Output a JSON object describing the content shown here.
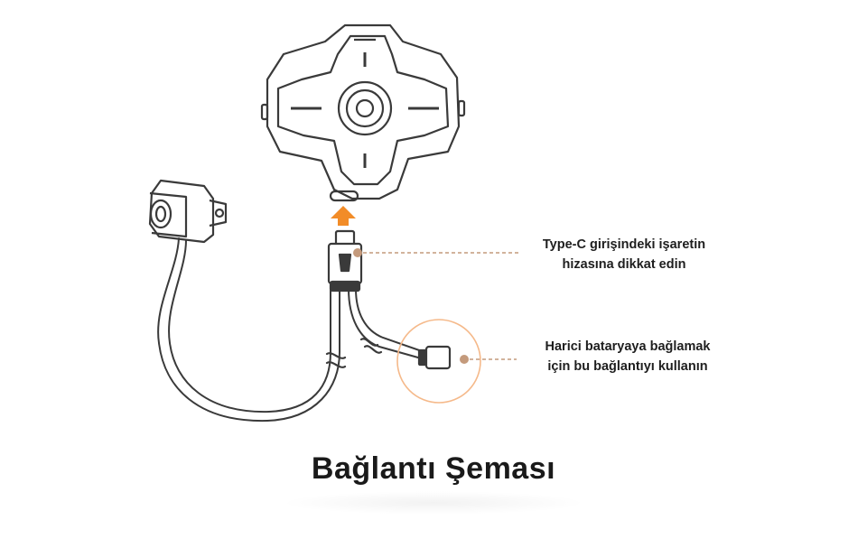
{
  "title": "Bağlantı Şeması",
  "callouts": {
    "type_c": {
      "line1": "Type-C girişindeki işaretin",
      "line2": "hizasına dikkat edin"
    },
    "battery": {
      "line1": "Harici bataryaya bağlamak",
      "line2": "için bu bağlantıyı kullanın"
    }
  },
  "colors": {
    "line": "#3a3a3a",
    "accent": "#f28c28",
    "dot": "#c49a7c",
    "circle": "#f5b98a"
  },
  "icons": {
    "arrow": "arrow-up-icon"
  }
}
